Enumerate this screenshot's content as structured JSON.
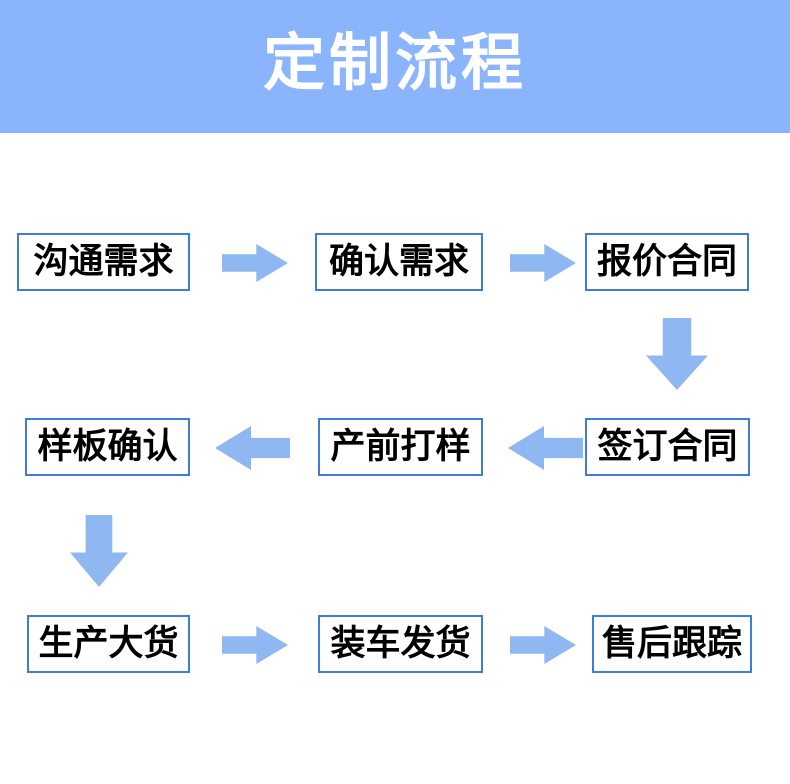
{
  "header": {
    "title": "定制流程",
    "background_color": "#8ab4fc",
    "text_color": "#ffffff"
  },
  "theme": {
    "box_border_color": "#3b7dd8",
    "box_fill_color": "#ffffff",
    "box_text_color": "#000000",
    "arrow_color": "#8fb8f2",
    "page_background": "#ffffff"
  },
  "flow": {
    "rows": [
      {
        "direction": "left-to-right",
        "steps": [
          {
            "order": 1,
            "label": "沟通需求"
          },
          {
            "order": 2,
            "label": "确认需求"
          },
          {
            "order": 3,
            "label": "报价合同"
          }
        ],
        "connectors": [
          {
            "icon": "arrow-right-icon",
            "from": "沟通需求",
            "to": "确认需求"
          },
          {
            "icon": "arrow-right-icon",
            "from": "确认需求",
            "to": "报价合同"
          }
        ]
      },
      {
        "direction": "right-to-left",
        "steps": [
          {
            "order": 6,
            "label": "样板确认"
          },
          {
            "order": 5,
            "label": "产前打样"
          },
          {
            "order": 4,
            "label": "签订合同"
          }
        ],
        "connectors": [
          {
            "icon": "arrow-left-icon",
            "from": "产前打样",
            "to": "样板确认"
          },
          {
            "icon": "arrow-left-icon",
            "from": "签订合同",
            "to": "产前打样"
          }
        ]
      },
      {
        "direction": "left-to-right",
        "steps": [
          {
            "order": 7,
            "label": "生产大货"
          },
          {
            "order": 8,
            "label": "装车发货"
          },
          {
            "order": 9,
            "label": "售后跟踪"
          }
        ],
        "connectors": [
          {
            "icon": "arrow-right-icon",
            "from": "生产大货",
            "to": "装车发货"
          },
          {
            "icon": "arrow-right-icon",
            "from": "装车发货",
            "to": "售后跟踪"
          }
        ]
      }
    ],
    "row_connectors": [
      {
        "icon": "arrow-down-icon",
        "from": "报价合同",
        "to": "签订合同",
        "side": "right"
      },
      {
        "icon": "arrow-down-icon",
        "from": "样板确认",
        "to": "生产大货",
        "side": "left"
      }
    ]
  }
}
